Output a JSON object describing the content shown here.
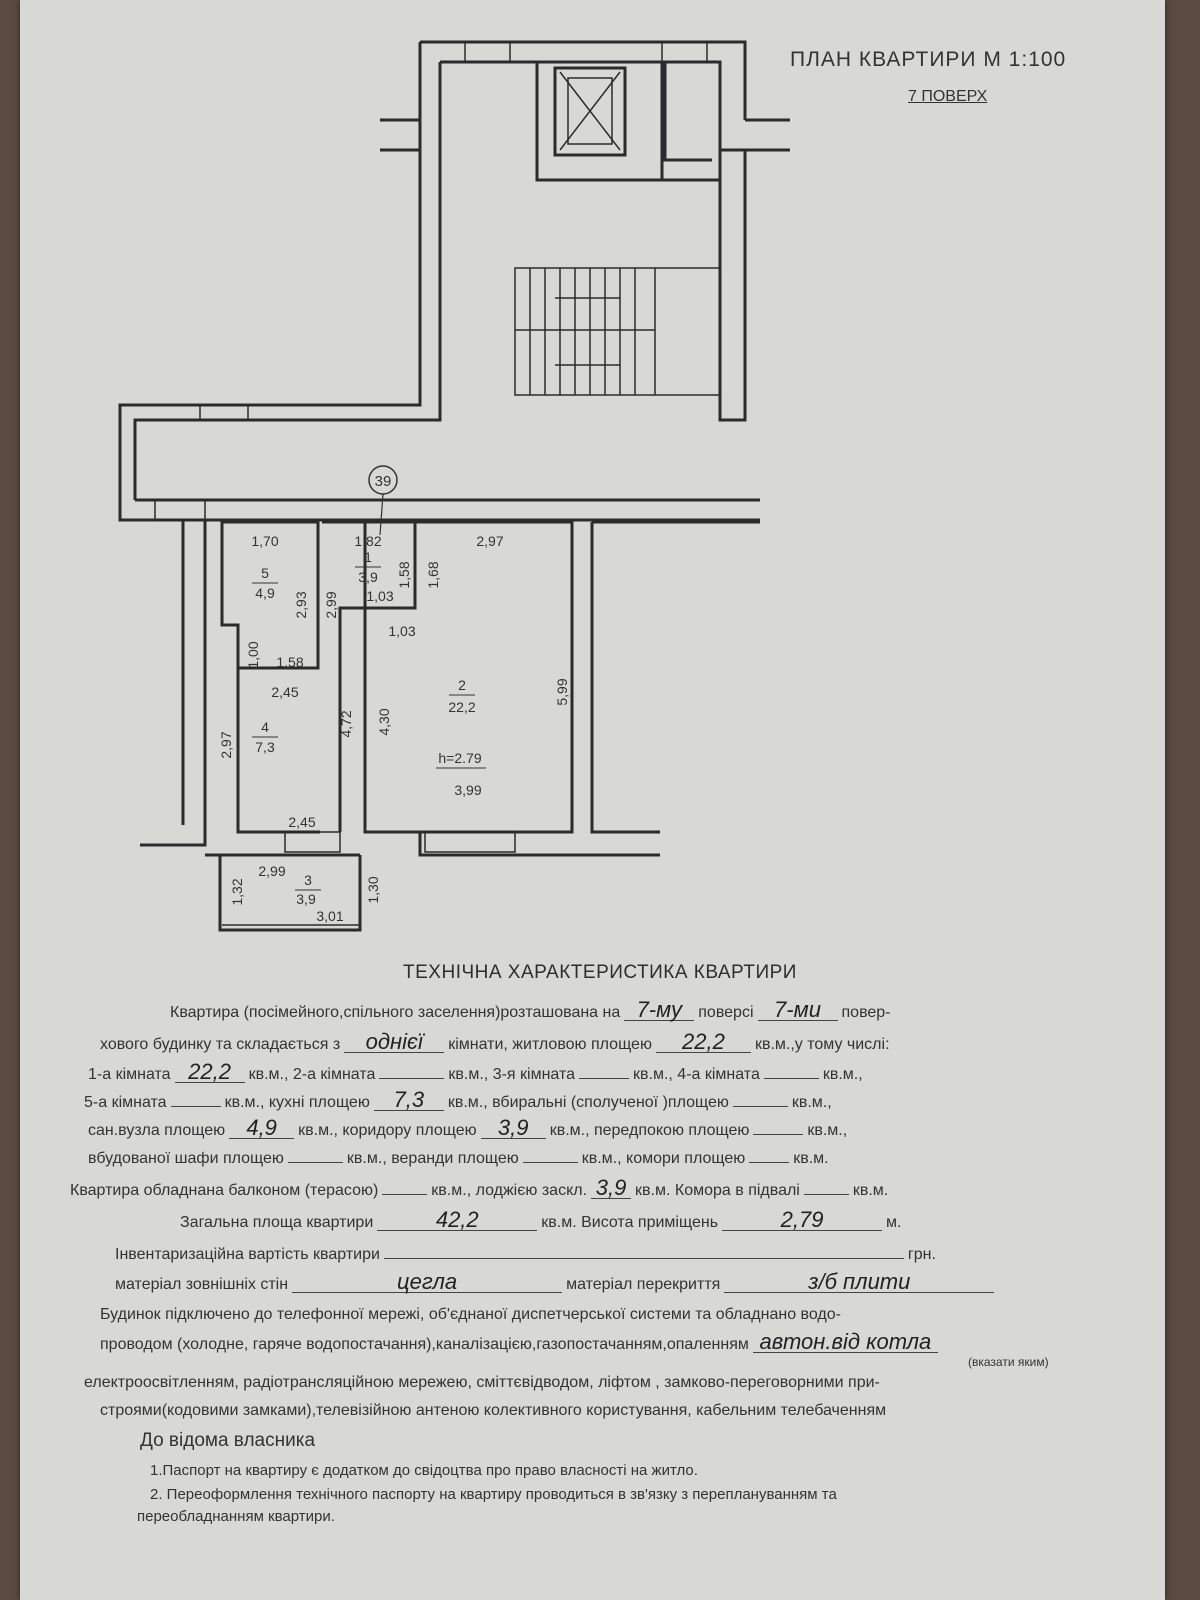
{
  "header": {
    "title": "ПЛАН КВАРТИРИ М 1:100",
    "floor": "7 ПОВЕРХ"
  },
  "plan": {
    "axis_marker": "39",
    "rooms": [
      {
        "num": "1",
        "area": "3,9"
      },
      {
        "num": "2",
        "area": "22,2"
      },
      {
        "num": "3",
        "area": "3,9"
      },
      {
        "num": "4",
        "area": "7,3"
      },
      {
        "num": "5",
        "area": "4,9"
      }
    ],
    "dims": [
      "1,70",
      "1,82",
      "2,97",
      "2,93",
      "2,99",
      "1,58",
      "1,68",
      "1,03",
      "1,03",
      "1,00",
      "1,58",
      "2,45",
      "4,72",
      "4,30",
      "5,99",
      "2,97",
      "2,45",
      "h=2.79",
      "3,99",
      "2,99",
      "1,32",
      "1,30",
      "3,01"
    ]
  },
  "form": {
    "heading": "ТЕХНІЧНА ХАРАКТЕРИСТИКА КВАРТИРИ",
    "lines": [
      [
        {
          "t": "Квартира (посімейного,спільного заселення)розташована на"
        },
        {
          "v": "7-му",
          "w": 70
        },
        {
          "t": "поверсі"
        },
        {
          "v": "7-ми",
          "w": 80
        },
        {
          "t": "повер-"
        }
      ],
      [
        {
          "t": "хового будинку та складається з"
        },
        {
          "v": "однієї",
          "w": 100
        },
        {
          "t": "кімнати,  житловою площею"
        },
        {
          "v": "22,2",
          "w": 95
        },
        {
          "t": "кв.м.,у тому числі:"
        }
      ],
      [
        {
          "t": "1-а кімната"
        },
        {
          "v": "22,2",
          "w": 70
        },
        {
          "t": "кв.м., 2-а кімната"
        },
        {
          "v": "",
          "w": 65
        },
        {
          "t": "кв.м., 3-я кімната"
        },
        {
          "v": "",
          "w": 50
        },
        {
          "t": "кв.м.,  4-а кімната"
        },
        {
          "v": "",
          "w": 55
        },
        {
          "t": "кв.м.,"
        }
      ],
      [
        {
          "t": "5-а кімната"
        },
        {
          "v": "",
          "w": 50
        },
        {
          "t": "кв.м.,   кухні площею"
        },
        {
          "v": "7,3",
          "w": 70
        },
        {
          "t": "кв.м.,  вбиральні (сполученої )площею"
        },
        {
          "v": "",
          "w": 55
        },
        {
          "t": "кв.м.,"
        }
      ],
      [
        {
          "t": "сан.вузла площею"
        },
        {
          "v": "4,9",
          "w": 65
        },
        {
          "t": "кв.м., коридору площею"
        },
        {
          "v": "3,9",
          "w": 65
        },
        {
          "t": "кв.м., передпокою площею"
        },
        {
          "v": "",
          "w": 50
        },
        {
          "t": "кв.м.,"
        }
      ],
      [
        {
          "t": "вбудованої шафи площею"
        },
        {
          "v": "",
          "w": 55
        },
        {
          "t": "кв.м., веранди  площею"
        },
        {
          "v": "",
          "w": 55
        },
        {
          "t": "кв.м., комори площею"
        },
        {
          "v": "",
          "w": 40
        },
        {
          "t": "кв.м."
        }
      ],
      [
        {
          "t": "Квартира обладнана балконом (терасою)"
        },
        {
          "v": "",
          "w": 45
        },
        {
          "t": "кв.м.,   лоджією заскл."
        },
        {
          "v": "3,9",
          "w": 40
        },
        {
          "t": "кв.м. Комора в підвалі"
        },
        {
          "v": "",
          "w": 45
        },
        {
          "t": "кв.м."
        }
      ],
      [
        {
          "t": "Загальна площа квартири"
        },
        {
          "v": "42,2",
          "w": 160
        },
        {
          "t": "кв.м. Висота приміщень"
        },
        {
          "v": "2,79",
          "w": 160
        },
        {
          "t": "м."
        }
      ],
      [
        {
          "t": "Інвентаризаційна вартість квартири"
        },
        {
          "v": "",
          "w": 520
        },
        {
          "t": "грн."
        }
      ],
      [
        {
          "t": "матеріал зовнішніх стін"
        },
        {
          "v": "цегла",
          "w": 270
        },
        {
          "t": "матеріал перекриття"
        },
        {
          "v": "з/б плити",
          "w": 270
        }
      ],
      [
        {
          "t": "Будинок підключено до телефонної мережі, об'єднаної диспетчерської   системи та обладнано  водо-"
        }
      ],
      [
        {
          "t": "проводом (холодне, гаряче водопостачання),каналізацією,газопостачанням,опаленням"
        },
        {
          "v": "автон.від котла",
          "w": 185
        }
      ],
      [
        {
          "t": "електроосвітленням, радіотрансляційною мережею, сміттєвідводом, ліфтом , замково-переговорними  при-"
        }
      ],
      [
        {
          "t": "строями(кодовими замками),телевізійною антеною колективного користування, кабельним телебаченням"
        }
      ]
    ],
    "heating_hint": "(вказати яким)"
  },
  "notes": {
    "heading": "До відома власника",
    "items": [
      "1.Паспорт на квартиру є додатком до свідоцтва про право власності на житло.",
      "2. Переоформлення технічного паспорту на квартиру проводиться в зв'язку з переплануванням та",
      "переобладнанням квартири."
    ]
  }
}
